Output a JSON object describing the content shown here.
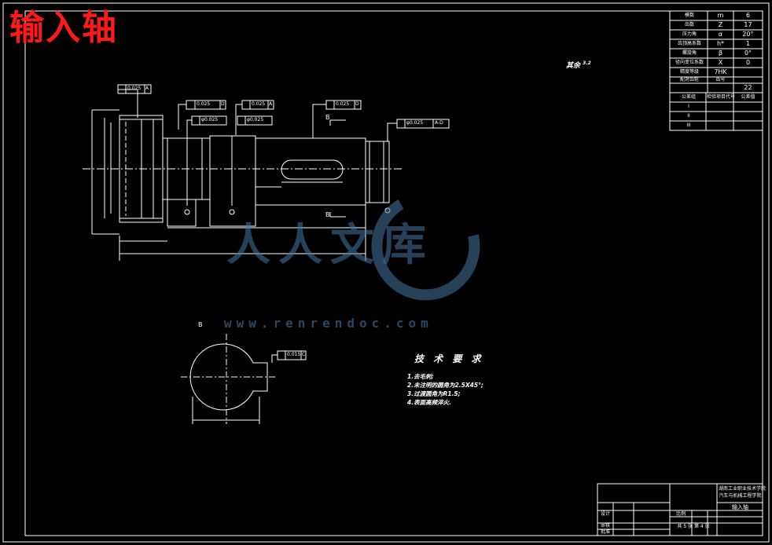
{
  "title": "输入轴",
  "watermark": {
    "brand": "人人文库",
    "url": "www.renrendoc.com",
    "color": "#4678a0"
  },
  "drawing": {
    "colors": {
      "background": "#000000",
      "line": "#ffffff",
      "title": "#ff1a1a"
    },
    "surface_finish_note": "其余",
    "roughness_all": "3.2",
    "section_label": "B",
    "tolerance_frames": [
      {
        "symbol": "↗",
        "value": "0.025",
        "datum": "A"
      },
      {
        "symbol": "↗",
        "value": "0.025",
        "datum": "D"
      },
      {
        "symbol": "↗",
        "value": "0.025",
        "datum": "A"
      },
      {
        "symbol": "↗",
        "value": "0.025",
        "datum": "D"
      },
      {
        "symbol": "◎",
        "value": "φ0.025",
        "datum": ""
      },
      {
        "symbol": "◎",
        "value": "φ0.025",
        "datum": ""
      },
      {
        "symbol": "◎",
        "value": "φ0.025",
        "datum": "A-D"
      },
      {
        "symbol": "≡",
        "value": "0.015",
        "datum": "C"
      }
    ],
    "tech_requirements": {
      "heading": "技 术 要 求",
      "items": [
        "1.去毛刺;",
        "2.未注明的圆角为2.5X45°;",
        "3.过渡圆角为R1.5;",
        "4.表面高频淬火."
      ]
    }
  },
  "gear_table": {
    "rows": [
      {
        "name": "模数",
        "sym": "m",
        "value": "6"
      },
      {
        "name": "齿数",
        "sym": "Z",
        "value": "17"
      },
      {
        "name": "压力角",
        "sym": "α",
        "value": "20°"
      },
      {
        "name": "齿顶高系数",
        "sym": "h*",
        "value": "1"
      },
      {
        "name": "螺旋角",
        "sym": "β",
        "value": "0°"
      },
      {
        "name": "径向变位系数",
        "sym": "X",
        "value": "0"
      },
      {
        "name": "精度等级",
        "sym": "7HK",
        "value": ""
      },
      {
        "name": "配对齿轮",
        "sym": "齿号",
        "value": "22"
      },
      {
        "name": "公差组",
        "sym": "检验项目代号",
        "value": "公差值"
      }
    ],
    "groups": [
      "I",
      "II",
      "III"
    ]
  },
  "title_block": {
    "school": "湖南工业职业技术学院",
    "project": "汽车与机械工程学院",
    "part_name": "输入轴",
    "scale_label": "比例",
    "sheet_label": "共 5 张  第 4 张",
    "designer_label": "设计",
    "checker_label": "审核",
    "approve_label": "批准"
  }
}
